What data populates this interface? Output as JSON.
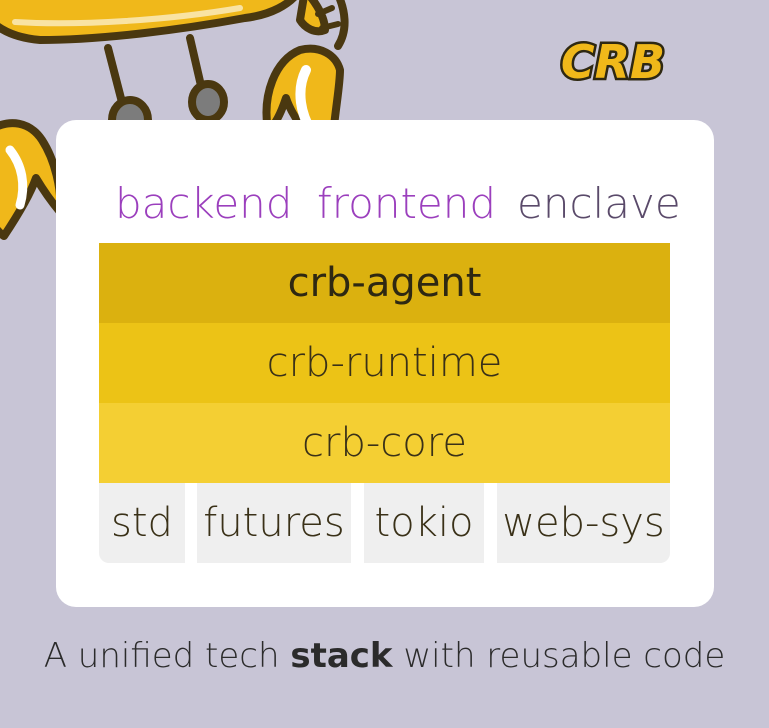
{
  "logo": {
    "text": "CRB"
  },
  "targets": [
    {
      "label": "backend"
    },
    {
      "label": "frontend"
    },
    {
      "label": "enclave"
    }
  ],
  "layers": [
    {
      "label": "crb-agent"
    },
    {
      "label": "crb-runtime"
    },
    {
      "label": "crb-core"
    }
  ],
  "dependencies": [
    {
      "label": "std"
    },
    {
      "label": "futures"
    },
    {
      "label": "tokio"
    },
    {
      "label": "web-sys"
    }
  ],
  "caption": {
    "before": "A unified tech ",
    "bold": "stack",
    "after": " with reusable code"
  },
  "colors": {
    "background": "#c8c5d6",
    "card": "#ffffff",
    "crab_yellow": "#f0b81a",
    "crab_outline": "#4a3810",
    "target_active": "#9b3fbd",
    "target_inactive": "#5a4a6a",
    "layer_agent": "#dbb10f",
    "layer_runtime": "#ecc316",
    "layer_core": "#f4cf33",
    "dependency": "#efefef"
  }
}
